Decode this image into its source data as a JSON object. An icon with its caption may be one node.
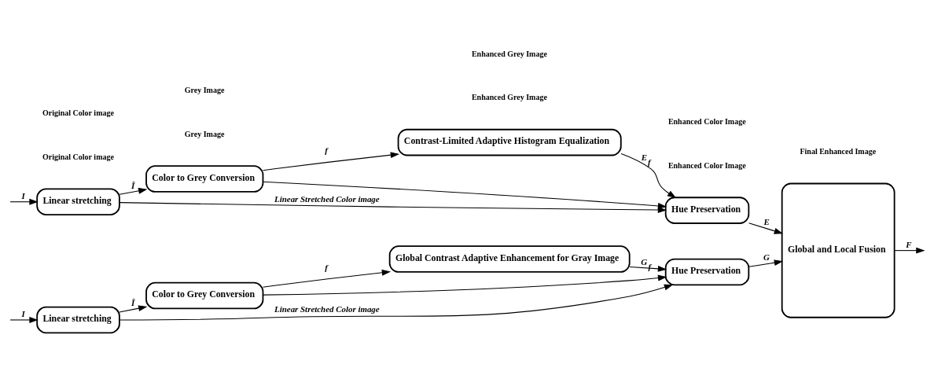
{
  "diagram": {
    "nodes": [
      {
        "text": [
          "Linear stretching"
        ]
      },
      {
        "text": [
          "Color to Grey Conversion"
        ]
      },
      {
        "text": [
          "Global Contrast Adaptive Enhancement for Gray Image"
        ]
      },
      {
        "text": [
          "Hue Preservation"
        ]
      },
      {
        "text": [
          "Global and Local Fusion"
        ]
      },
      {
        "text": [
          "Linear stretching"
        ]
      },
      {
        "text": [
          "Color to Grey Conversion"
        ]
      },
      {
        "text": [
          "Contrast-Limited Adaptive Histogram Equalization"
        ]
      },
      {
        "text": [
          "Hue Preservation"
        ]
      }
    ],
    "edges": [
      {
        "from": null,
        "to": 0,
        "arrow": "to",
        "label": "I"
      },
      {
        "from": 0,
        "to": 1,
        "arrow": "to",
        "label": "Î"
      },
      {
        "from": 1,
        "to": 2,
        "arrow": "to",
        "label": "f"
      },
      {
        "from": 1,
        "to": 3,
        "arrow": "to"
      },
      {
        "from": 2,
        "to": 3,
        "arrow": "to",
        "label": "G$_{f}$"
      },
      {
        "from": 0,
        "to": 3,
        "arrow": "to",
        "label": "Linear Stretched Color image"
      },
      {
        "from": 3,
        "to": 4,
        "arrow": "to",
        "label": "G"
      },
      {
        "from": 4,
        "to": null,
        "arrow": "to",
        "label": "F"
      },
      {
        "from": null,
        "to": 5,
        "arrow": "to",
        "label": "I"
      },
      {
        "from": 5,
        "to": 6,
        "arrow": "to",
        "label": "Î"
      },
      {
        "from": 6,
        "to": 7,
        "arrow": "to",
        "label": "f"
      },
      {
        "from": 6,
        "to": 8,
        "arrow": "to"
      },
      {
        "from": 7,
        "to": 8,
        "arrow": "to",
        "label": "E$_{f}$"
      },
      {
        "from": 5,
        "to": 8,
        "arrow": "to",
        "label": "Linear Stretched Color image"
      },
      {
        "from": 8,
        "to": 4,
        "arrow": "to",
        "label": "E"
      }
    ],
    "labels": [
      "Original Color image",
      "Grey Image",
      "Enhanced Grey Image",
      "Enhanced Color Image",
      "Final Enhanced Image",
      "Original Color image",
      "Grey Image",
      "Enhanced Grey Image",
      "Enhanced Color Image"
    ]
  }
}
